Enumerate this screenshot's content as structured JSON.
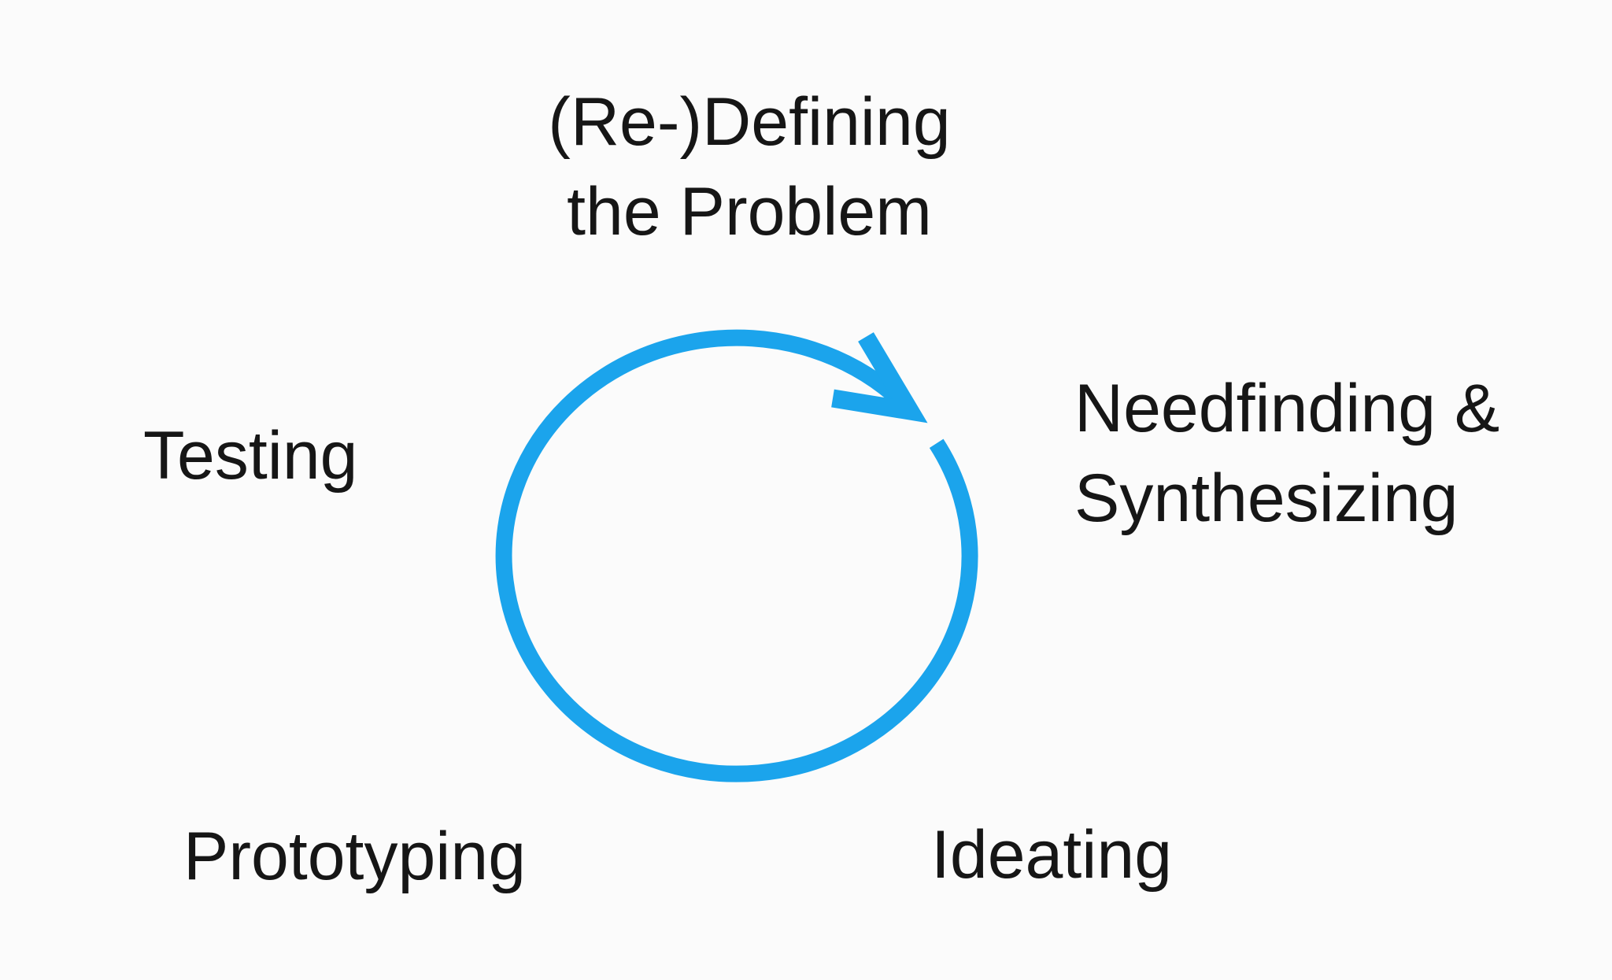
{
  "diagram": {
    "type": "cycle-diagram",
    "background_color": "#fbfbfb",
    "text_color": "#161616",
    "arrow_color": "#1ba4ec",
    "cycle_icon": "circular-clockwise-arrow",
    "stages": {
      "top": {
        "line1": "(Re-)Defining",
        "line2": "the Problem"
      },
      "right": {
        "line1": "Needfinding &",
        "line2": "Synthesizing"
      },
      "bottom_right": {
        "label": "Ideating"
      },
      "bottom_left": {
        "label": "Prototyping"
      },
      "left": {
        "label": "Testing"
      }
    }
  }
}
